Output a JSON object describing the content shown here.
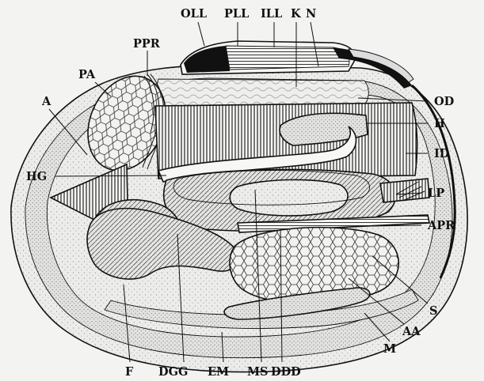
{
  "labels": {
    "OLL": "OLL",
    "PLL": "PLL",
    "ILL": "ILL",
    "K": "K",
    "N": "N",
    "PPR": "PPR",
    "PA": "PA",
    "A": "A",
    "OD": "OD",
    "H": "H",
    "ID": "ID",
    "HG": "HG",
    "LP": "LP",
    "APR": "APR",
    "S": "S",
    "AA": "AA",
    "M": "M",
    "F": "F",
    "DGG": "DGG",
    "EM": "EM",
    "MS": "MS",
    "DDD": "DDD"
  },
  "colors": {
    "background": "#f3f3f1",
    "ink": "#111111",
    "tissue": "#dcdcdc",
    "stipple": "#8c8c8c"
  }
}
